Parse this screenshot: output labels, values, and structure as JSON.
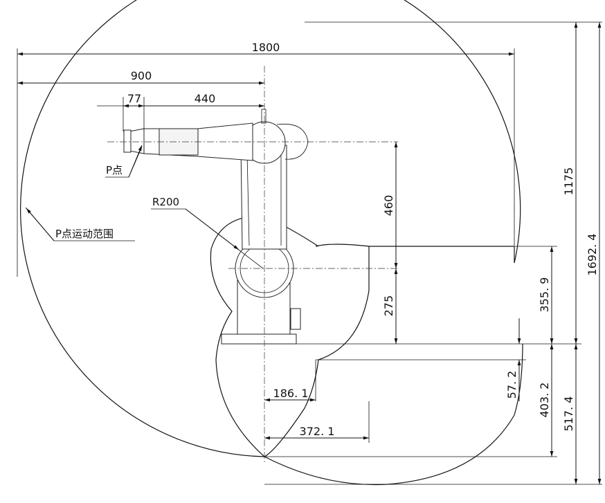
{
  "dimensions": {
    "d1800": "1800",
    "d900": "900",
    "d77": "77",
    "d440": "440",
    "d460": "460",
    "d275": "275",
    "d1175": "1175",
    "d1692": "1692. 4",
    "d355": "355. 9",
    "d57": "57. 2",
    "d403": "403. 2",
    "d517": "517. 4",
    "d186": "186. 1",
    "d372": "372. 1"
  },
  "labels": {
    "p_point": "P点",
    "radius": "R200",
    "p_range": "P点运动范围"
  }
}
